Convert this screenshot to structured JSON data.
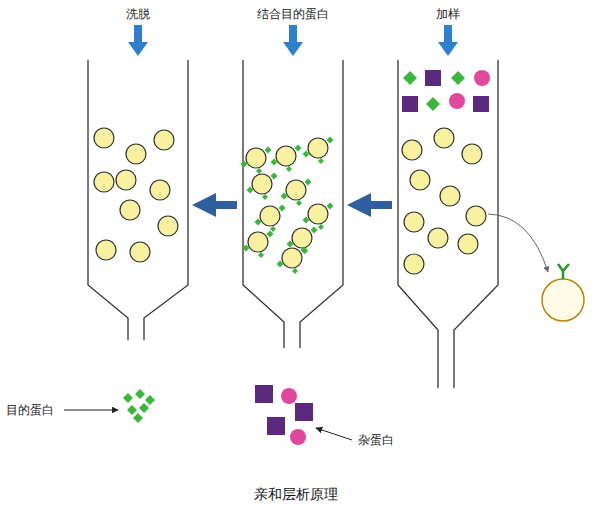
{
  "diagram": {
    "caption": "亲和层析原理",
    "nodes": [
      {
        "text": [
          "加样"
        ]
      },
      {
        "text": [
          "结合目的蛋白"
        ]
      },
      {
        "text": [
          "洗脱"
        ]
      }
    ],
    "edges": [
      {
        "from": 0,
        "to": 1,
        "arrow": "to"
      },
      {
        "from": 1,
        "to": 2,
        "arrow": "to"
      }
    ],
    "labels": [
      "目的蛋白",
      "杂蛋白"
    ]
  }
}
